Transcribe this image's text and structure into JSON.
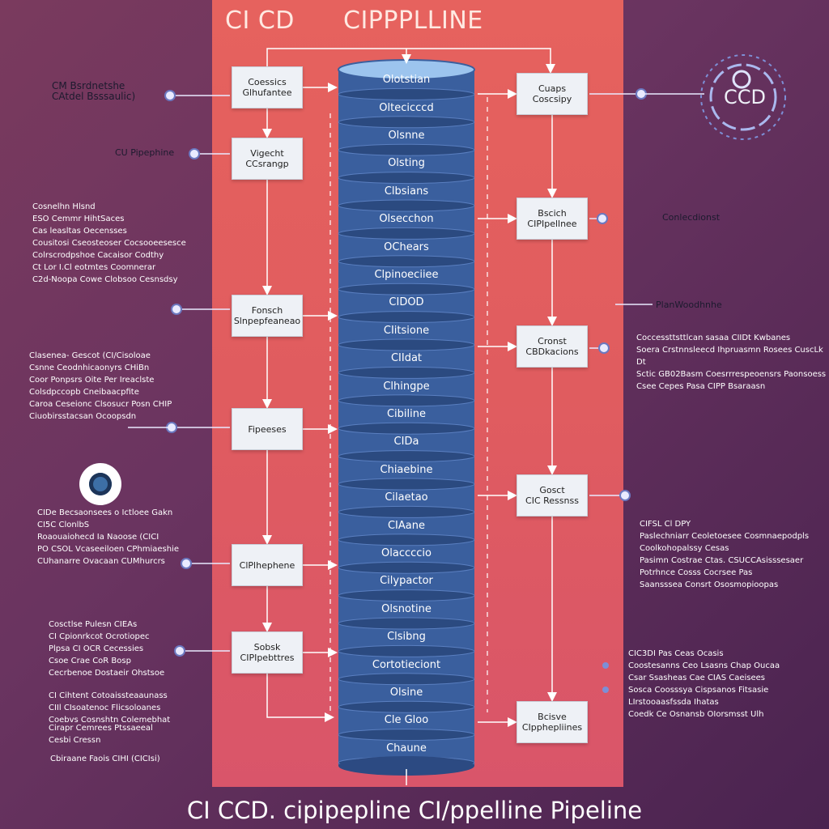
{
  "title_left": "CI CD",
  "title_right": "CIPPPLLINE",
  "footer_text": "CI CCD. cipipepline CI/ppelline Pipeline",
  "ring_label": "CCD",
  "column_segments": [
    "Olotstian",
    "Oltecicccd",
    "Olsnne",
    "Olsting",
    "Clbsians",
    "Olsecchon",
    "OChears",
    "Clpinoeciiee",
    "CIDOD",
    "CIitsione",
    "CIIdat",
    "Clhingpe",
    "Cibiline",
    "CIDa",
    "Chiaebine",
    "Cilaetao",
    "CIAane",
    "Olaccccio",
    "Cilypactor",
    "Olsnotine",
    "Clsibng",
    "Cortotieciont",
    "Olsine",
    "Cle Gloo",
    "Chaune"
  ],
  "left_boxes": [
    "Coessics\nGlhufantee",
    "Vigecht\nCCsrangp",
    "Fonsch\nSlnpepfeaneao",
    "Fipeeses",
    "ClPlhephene",
    "Sobsk\nCIPIpebttres"
  ],
  "right_boxes": [
    "Cuaps\nCoscsipy",
    "Bscich\nCIPIpellnee",
    "Cronst\nCBDkacions",
    "Gosct\nCIC Ressnss",
    "Bcisve\nCIpphepliines"
  ],
  "side_labels": {
    "top_left": "CM Bsrdnetshe\nCAtdel Bsssaulic)",
    "left_pipeline": "CU Pipephine",
    "right_conditional": "Conlecdionst",
    "right_plan": "PlanWoodhnhe"
  },
  "notes": {
    "left_group_1": "Cosnelhn Hlsnd\nESO Cemmr HihtSaces\nCas leasltas Oecensses\nCousitosi Cseosteoser Cocsooeesesce\nColrscrodpshoe Cacaisor Codthy\nCt Lor I.Cl eotmtes Coomnerar\nC2d-Noopa Cowe Clobsoo Cesnsdsy",
    "left_group_2": "Clasenea- Gescot (CI/Cisoloae\nCsnne Ceodnhicaonyrs CHiBn\nCoor Ponpsrs Oite Per Ireaclste\nColsdpccopb Cneibaacpfite\nCaroa Ceseionc Clsosucr Posn CHIP\nCiuobirsstacsan Ocoopsdn",
    "left_group_3": "CIDe Becsaonsees o Ictloee Gakn\nCI5C ClonlbS\nRoaouaiohecd Ia Naoose (CICI\nPO CSOL Vcaseeiloen CPhmiaeshie\nCUhanarre Ovacaan CUMhurcrs",
    "left_group_4": "Cosctlse Pulesn CIEAs\nCI Cpionrkcot Ocrotiopec\nPlpsa CI OCR Cecessies\nCsoe Crae CoR Bosp\nCecrbenoe Dostaeir Ohstsoe",
    "left_group_5": "CI Cihtent Cotoaissteaaunass\nCIIl CIsoatenoc Flicsoloanes\nCoebvs Cosnshtn Colemebhat",
    "left_group_6": "Cirapr Cemrees Ptssaeeal\nCesbi Cressn",
    "left_group_7": "Cbiraane Faois CIHI (CICIsi)",
    "right_group_1": "Coccessttsttlcan sasaa CIIDt Kwbanes\nSoera Crstnnsleecd Ihpruasmn Rosees CuscLk Dt\nSctic GB02Basm Coesrrrespeoensrs Paonsoess\nCsee Cepes Pasa CIPP Bsaraasn",
    "right_group_2": "CIFSL Cl DPY\nPaslechniarr Ceoletoesee Cosmnaepodpls\nCoolkohopalssy Cesas\nPasimn Costrae Ctas. CSUCCAsisssesaer\nPotrhnce Cosss Cocrsee Pas\nSaansssea Consrt Ososmopioopas",
    "right_group_3": "CIC3DI Pas Ceas Ocasis\nCoostesanns Ceo Lsasns Chap Oucaa\nCsar Ssasheas Cae CIAS Caeisees\nSosca Coosssya Cispsanos Fitsasie\nLIrstooaasfssda Ihatas\nCoedk Ce Osnansb OIorsmsst Ulh"
  }
}
